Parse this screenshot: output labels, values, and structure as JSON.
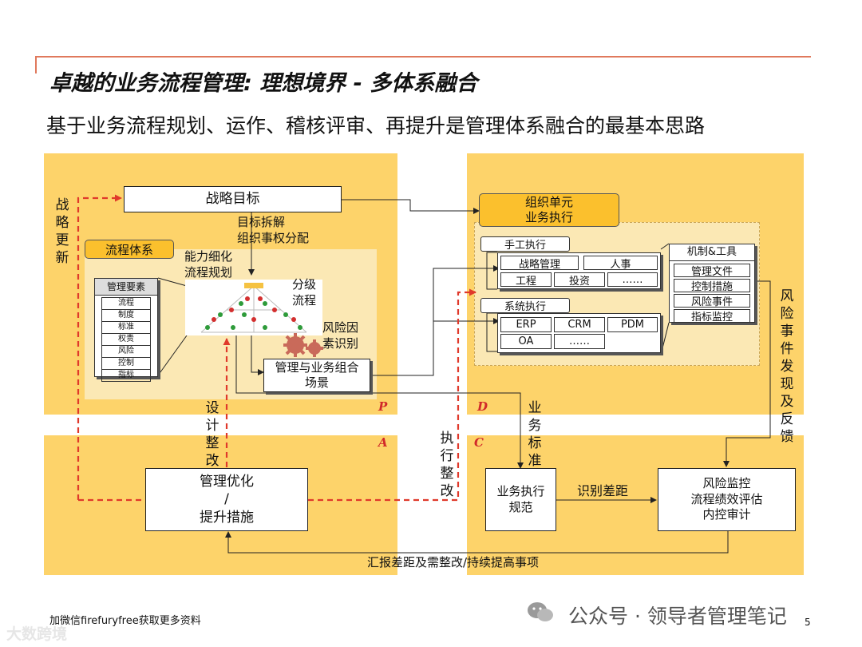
{
  "header": {
    "title": "卓越的业务流程管理: 理想境界 - 多体系融合",
    "subtitle": "基于业务流程规划、运作、稽核评审、再提升是管理体系融合的最基本思路"
  },
  "quadrants": {
    "p_letter": "P",
    "d_letter": "D",
    "a_letter": "A",
    "c_letter": "C"
  },
  "left": {
    "strategy_update": "战略更新",
    "strategy_goal": "战略目标",
    "goal_breakdown": "目标拆解",
    "org_authority": "组织事权分配",
    "process_system": "流程体系",
    "capability": "能力细化",
    "process_planning": "流程规划",
    "tiered": "分级",
    "process": "流程",
    "risk_factor": "风险因",
    "factor_id": "素识别",
    "mgmt_elements": {
      "title": "管理要素",
      "items": [
        "流程",
        "制度",
        "标准",
        "权责",
        "风险",
        "控制",
        "指标"
      ]
    },
    "scenario_line1": "管理与业务组合",
    "scenario_line2": "场景",
    "design_rectify": "设计整改",
    "optimize_line1": "管理优化",
    "optimize_line2": "/",
    "optimize_line3": "提升措施"
  },
  "right": {
    "org_unit_line1": "组织单元",
    "org_unit_line2": "业务执行",
    "manual": {
      "title": "手工执行",
      "cells": [
        "战略管理",
        "人事",
        "工程",
        "投资",
        "……"
      ]
    },
    "system": {
      "title": "系统执行",
      "cells": [
        "ERP",
        "CRM",
        "PDM",
        "OA",
        "……"
      ]
    },
    "mechanism": {
      "title": "机制&工具",
      "items": [
        "管理文件",
        "控制措施",
        "风险事件",
        "指标监控"
      ]
    },
    "risk_feedback": "风险事件发现及反馈",
    "business_standard": "业务标准",
    "execute_rectify": "执行整改",
    "exec_norm_line1": "业务执行",
    "exec_norm_line2": "规范",
    "identify_gap": "识别差距",
    "monitor_line1": "风险监控",
    "monitor_line2": "流程绩效评估",
    "monitor_line3": "内控审计",
    "report_gap": "汇报差距及需整改/持续提高事项"
  },
  "footer": {
    "left_note": "加微信firefuryfree获取更多资料",
    "wechat": "公众号 · 领导者管理笔记",
    "page_number": "5",
    "watermark": "大数跨境"
  },
  "colors": {
    "quadrant": "#fdd36a",
    "panel": "#fbe8b4",
    "dashed_arrow": "#e0392b",
    "orange_label": "#fbc02d"
  }
}
